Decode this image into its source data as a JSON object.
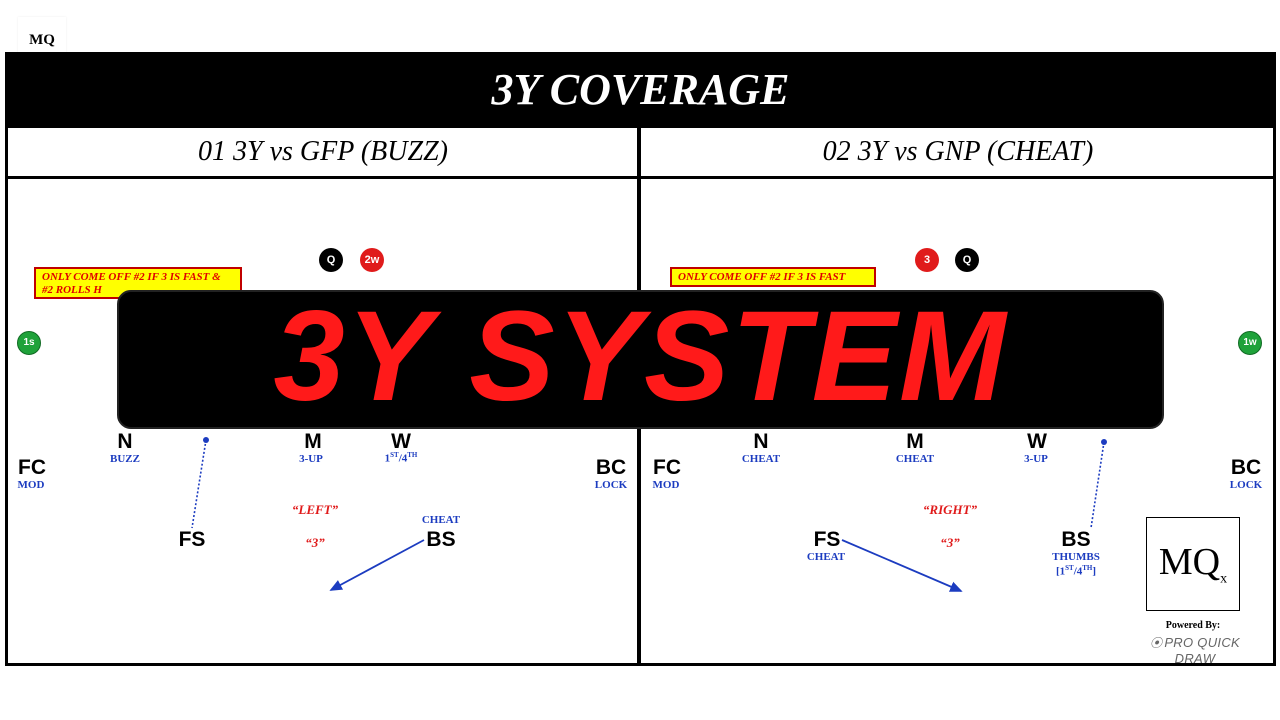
{
  "corner_logo": "MQ",
  "title": "3Y COVERAGE",
  "panels": {
    "left": {
      "heading": "01 3Y vs GFP (BUZZ)",
      "note": "ONLY COME OFF #2 IF 3 IS FAST & #2 ROLLS H",
      "offense": {
        "q": "Q",
        "receiver_2w": "2w",
        "receiver_1s": "1s"
      },
      "players": {
        "N": {
          "label": "N",
          "tag": "BUZZ"
        },
        "M": {
          "label": "M",
          "tag": "3-UP"
        },
        "W": {
          "label": "W",
          "tag_main": "1",
          "tag_sup1": "ST",
          "tag_mid": "/4",
          "tag_sup2": "TH"
        },
        "FC": {
          "label": "FC",
          "tag": "MOD"
        },
        "BC": {
          "label": "BC",
          "tag": "LOCK"
        },
        "FS": {
          "label": "FS"
        },
        "BS": {
          "label": "BS",
          "tag": "CHEAT"
        }
      },
      "call": "“LEFT”",
      "count": "“3”"
    },
    "right": {
      "heading": "02 3Y vs GNP (CHEAT)",
      "note": "ONLY COME OFF #2 IF 3 IS FAST",
      "offense": {
        "receiver_3": "3",
        "q": "Q",
        "receiver_1w": "1w"
      },
      "players": {
        "N": {
          "label": "N",
          "tag": "CHEAT"
        },
        "M": {
          "label": "M",
          "tag": "CHEAT"
        },
        "W": {
          "label": "W",
          "tag": "3-UP"
        },
        "FC": {
          "label": "FC",
          "tag": "MOD"
        },
        "BC": {
          "label": "BC",
          "tag": "LOCK"
        },
        "FS": {
          "label": "FS",
          "tag": "CHEAT"
        },
        "BS": {
          "label": "BS",
          "tag": "THUMBS",
          "tag2_open": "[1",
          "tag2_sup1": "ST",
          "tag2_mid": "/4",
          "tag2_sup2": "TH",
          "tag2_close": "]"
        }
      },
      "call": "“RIGHT”",
      "count": "“3”"
    }
  },
  "overlay": "3Y SYSTEM",
  "logo": {
    "mark": "MQ",
    "sub": "x"
  },
  "powered_by": "Powered By:",
  "brand": "PRO QUICK DRAW",
  "colors": {
    "red": "#e01b1b",
    "blue": "#1c3cc0",
    "green": "#1fa23a",
    "note_bg": "#ffff00"
  }
}
